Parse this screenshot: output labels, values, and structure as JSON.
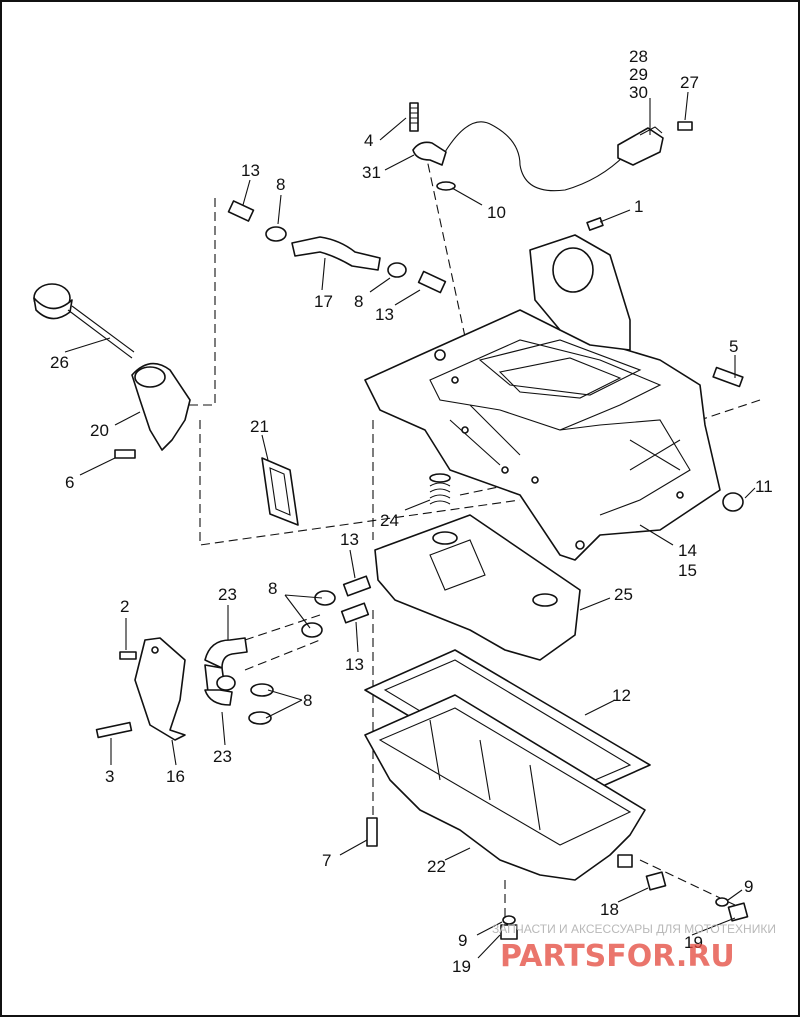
{
  "labels": [
    {
      "id": "28",
      "text": "28"
    },
    {
      "id": "29",
      "text": "29"
    },
    {
      "id": "30",
      "text": "30"
    },
    {
      "id": "27",
      "text": "27"
    },
    {
      "id": "4",
      "text": "4"
    },
    {
      "id": "31",
      "text": "31"
    },
    {
      "id": "10",
      "text": "10"
    },
    {
      "id": "1",
      "text": "1"
    },
    {
      "id": "13a",
      "text": "13"
    },
    {
      "id": "8a",
      "text": "8"
    },
    {
      "id": "17",
      "text": "17"
    },
    {
      "id": "8b",
      "text": "8"
    },
    {
      "id": "13b",
      "text": "13"
    },
    {
      "id": "26",
      "text": "26"
    },
    {
      "id": "20",
      "text": "20"
    },
    {
      "id": "6",
      "text": "6"
    },
    {
      "id": "21",
      "text": "21"
    },
    {
      "id": "5",
      "text": "5"
    },
    {
      "id": "11",
      "text": "11"
    },
    {
      "id": "24",
      "text": "24"
    },
    {
      "id": "14",
      "text": "14"
    },
    {
      "id": "15",
      "text": "15"
    },
    {
      "id": "13c",
      "text": "13"
    },
    {
      "id": "8c",
      "text": "8"
    },
    {
      "id": "23a",
      "text": "23"
    },
    {
      "id": "2",
      "text": "2"
    },
    {
      "id": "25",
      "text": "25"
    },
    {
      "id": "13d",
      "text": "13"
    },
    {
      "id": "12",
      "text": "12"
    },
    {
      "id": "8d",
      "text": "8"
    },
    {
      "id": "3",
      "text": "3"
    },
    {
      "id": "16",
      "text": "16"
    },
    {
      "id": "23b",
      "text": "23"
    },
    {
      "id": "7",
      "text": "7"
    },
    {
      "id": "22",
      "text": "22"
    },
    {
      "id": "9a",
      "text": "9"
    },
    {
      "id": "18",
      "text": "18"
    },
    {
      "id": "9b",
      "text": "9"
    },
    {
      "id": "19a",
      "text": "19"
    },
    {
      "id": "19b",
      "text": "19"
    }
  ],
  "watermark": {
    "tagline": "ЗАПЧАСТИ И АКСЕССУАРЫ ДЛЯ МОТОТЕХНИКИ",
    "logo": "PARTSFOR.RU"
  }
}
